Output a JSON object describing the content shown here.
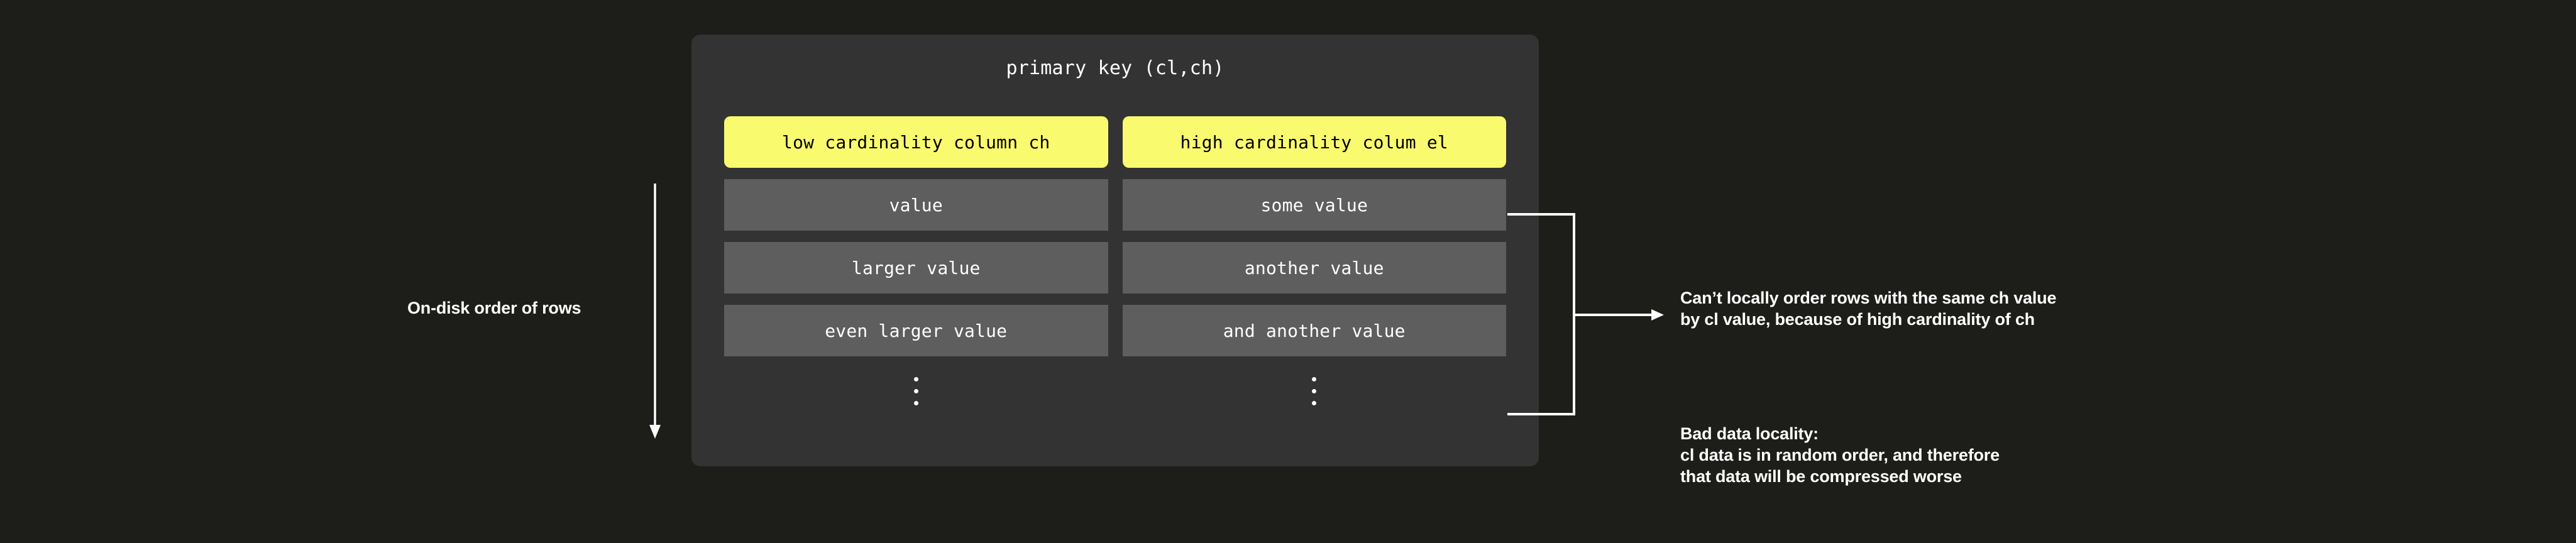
{
  "colors": {
    "background": "#1d1e1a",
    "card": "#333333",
    "header_highlight": "#fafa6e",
    "row_fill": "#5e5e5e",
    "text_light": "#ffffff",
    "text_dark": "#000000",
    "connector": "#ffffff"
  },
  "left_annotation": {
    "label": "On-disk order of rows",
    "arrow_direction": "down"
  },
  "card": {
    "title": "primary key (cl,ch)",
    "columns": [
      {
        "header": "low cardinality column ch"
      },
      {
        "header": "high cardinality colum el"
      }
    ],
    "rows": [
      {
        "left": "value",
        "right": "some value"
      },
      {
        "left": "larger value",
        "right": "another value"
      },
      {
        "left": "even larger value",
        "right": "and another value"
      }
    ],
    "continuation": {
      "left": "⋮",
      "right": "⋮"
    }
  },
  "callouts": [
    {
      "lines": [
        "Can’t locally order rows with the same ch value",
        "by cl value, because of high cardinality of ch"
      ]
    },
    {
      "lines": [
        "Bad data locality:",
        "cl data is in random order, and therefore",
        "that data will be compressed worse"
      ]
    }
  ]
}
